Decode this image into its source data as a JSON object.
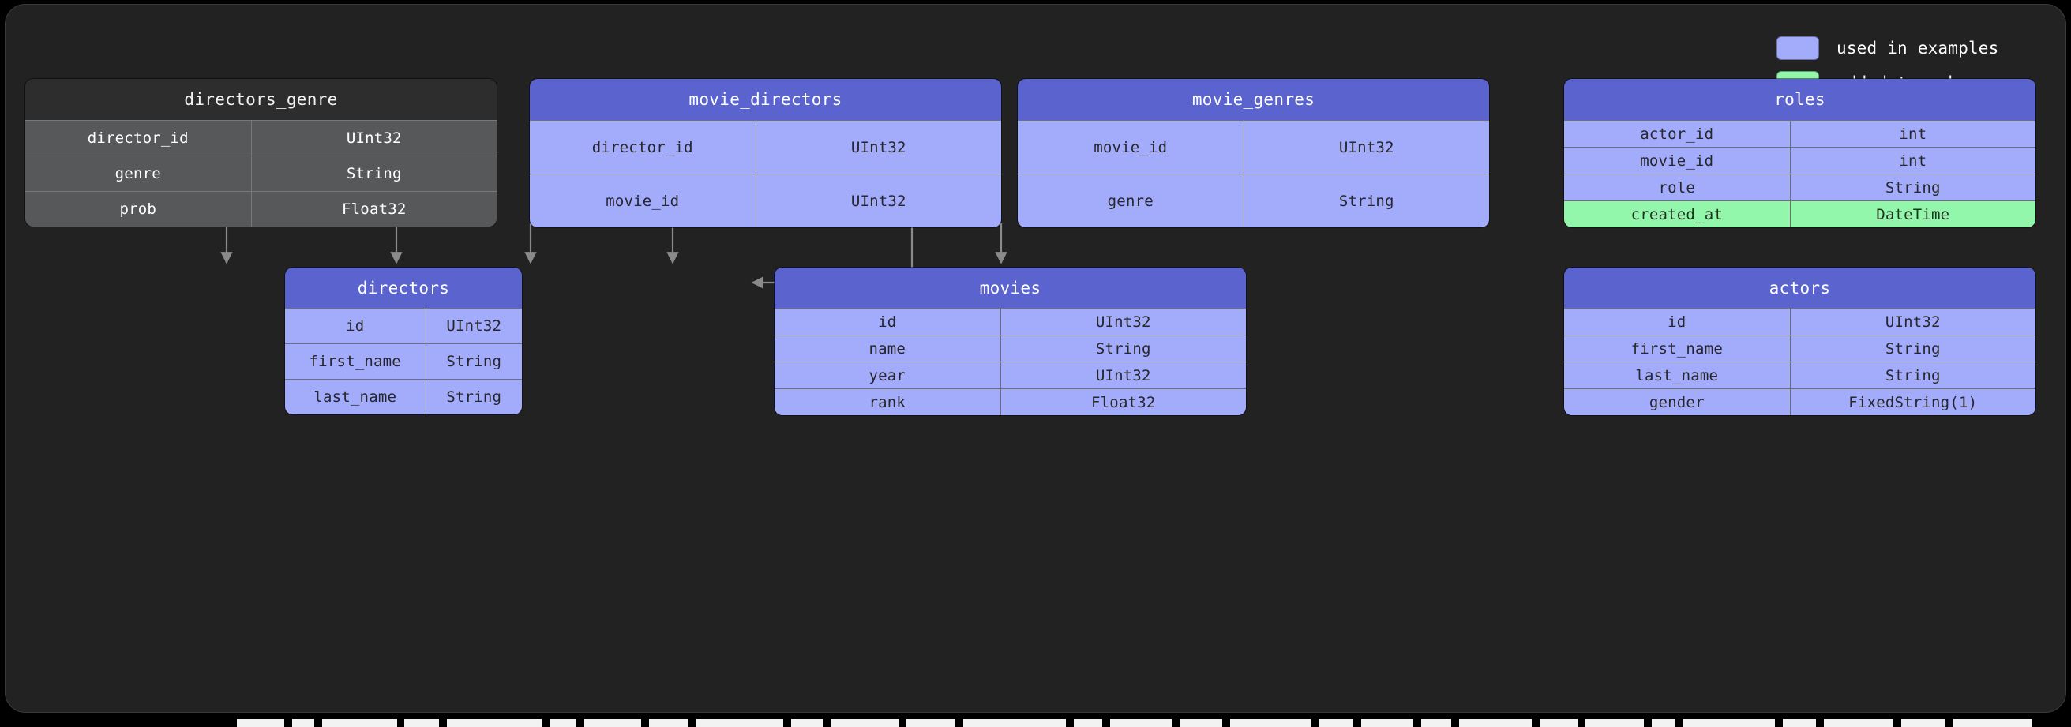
{
  "legend": {
    "items": [
      {
        "label": "used in examples",
        "color": "#a3abfb",
        "name": "legend-used-in-examples"
      },
      {
        "label": "added to schema",
        "color": "#93f7ab",
        "name": "legend-added-to-schema"
      }
    ]
  },
  "colors": {
    "canvas_background": "#222223",
    "blue_header": "#5b64ce",
    "blue_row": "#a3abfb",
    "green_row": "#93f7ab",
    "gray_header": "#2d2d2e",
    "gray_row": "#57585a",
    "connector": "#8a8a8c"
  },
  "tables": {
    "directors_genre": {
      "title": "directors_genre",
      "style": "gray",
      "columns": [
        {
          "name": "director_id",
          "type": "UInt32",
          "highlight": false
        },
        {
          "name": "genre",
          "type": "String",
          "highlight": false
        },
        {
          "name": "prob",
          "type": "Float32",
          "highlight": false
        }
      ]
    },
    "movie_directors": {
      "title": "movie_directors",
      "style": "blue",
      "columns": [
        {
          "name": "director_id",
          "type": "UInt32",
          "highlight": false
        },
        {
          "name": "movie_id",
          "type": "UInt32",
          "highlight": false
        }
      ]
    },
    "movie_genres": {
      "title": "movie_genres",
      "style": "blue",
      "columns": [
        {
          "name": "movie_id",
          "type": "UInt32",
          "highlight": false
        },
        {
          "name": "genre",
          "type": "String",
          "highlight": false
        }
      ]
    },
    "roles": {
      "title": "roles",
      "style": "blue",
      "columns": [
        {
          "name": "actor_id",
          "type": "int",
          "highlight": false
        },
        {
          "name": "movie_id",
          "type": "int",
          "highlight": false
        },
        {
          "name": "role",
          "type": "String",
          "highlight": false
        },
        {
          "name": "created_at",
          "type": "DateTime",
          "highlight": true
        }
      ]
    },
    "directors": {
      "title": "directors",
      "style": "blue",
      "columns": [
        {
          "name": "id",
          "type": "UInt32",
          "highlight": false
        },
        {
          "name": "first_name",
          "type": "String",
          "highlight": false
        },
        {
          "name": "last_name",
          "type": "String",
          "highlight": false
        }
      ]
    },
    "movies": {
      "title": "movies",
      "style": "blue",
      "columns": [
        {
          "name": "id",
          "type": "UInt32",
          "highlight": false
        },
        {
          "name": "name",
          "type": "String",
          "highlight": false
        },
        {
          "name": "year",
          "type": "UInt32",
          "highlight": false
        },
        {
          "name": "rank",
          "type": "Float32",
          "highlight": false
        }
      ]
    },
    "actors": {
      "title": "actors",
      "style": "blue",
      "columns": [
        {
          "name": "id",
          "type": "UInt32",
          "highlight": false
        },
        {
          "name": "first_name",
          "type": "String",
          "highlight": false
        },
        {
          "name": "last_name",
          "type": "String",
          "highlight": false
        },
        {
          "name": "gender",
          "type": "FixedString(1)",
          "highlight": false
        }
      ]
    }
  },
  "relations": [
    {
      "from": "directors_genre",
      "to": "directors"
    },
    {
      "from": "movie_directors",
      "to": "directors"
    },
    {
      "from": "movie_directors",
      "to": "movies"
    },
    {
      "from": "movie_genres",
      "to": "movies"
    },
    {
      "from": "roles",
      "to": "movies"
    },
    {
      "from": "roles",
      "to": "actors"
    }
  ]
}
